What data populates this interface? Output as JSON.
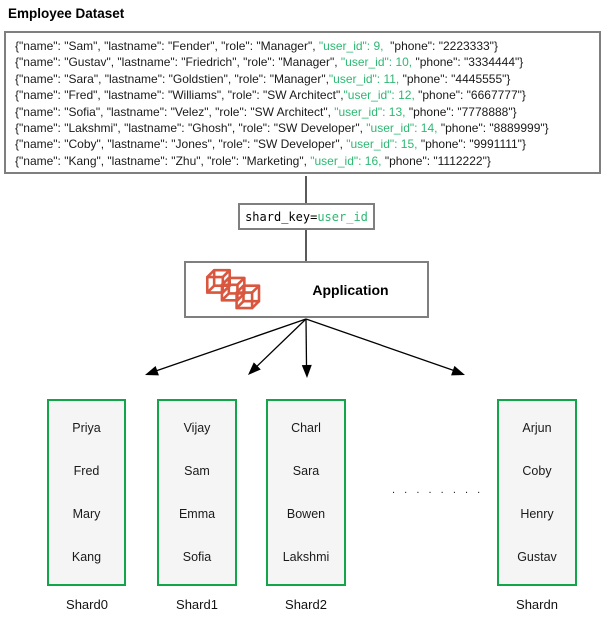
{
  "title": "Employee Dataset",
  "dataset": {
    "records": [
      {
        "before": "{\"name\": \"Sam\", \"lastname\": \"Fender\", \"role\": \"Manager\", ",
        "key": "\"user_id\": 9,",
        "after": "  \"phone\": \"2223333\"}"
      },
      {
        "before": "{\"name\": \"Gustav\", \"lastname\": \"Friedrich\", \"role\": \"Manager\", ",
        "key": "\"user_id\": 10,",
        "after": " \"phone\": \"3334444\"}"
      },
      {
        "before": "{\"name\": \"Sara\", \"lastname\": \"Goldstien\", \"role\": \"Manager\",",
        "key": "\"user_id\": 11,",
        "after": " \"phone\": \"4445555\"}"
      },
      {
        "before": "{\"name\": \"Fred\", \"lastname\": \"Williams\", \"role\": \"SW Architect\",",
        "key": "\"user_id\": 12,",
        "after": " \"phone\": \"6667777\"}"
      },
      {
        "before": "{\"name\": \"Sofia\", \"lastname\": \"Velez\", \"role\": \"SW Architect\", ",
        "key": "\"user_id\": 13,",
        "after": " \"phone\": \"7778888\"}"
      },
      {
        "before": "{\"name\": \"Lakshmi\", \"lastname\": \"Ghosh\", \"role\": \"SW Developer\", ",
        "key": "\"user_id\": 14,",
        "after": " \"phone\": \"8889999\"}"
      },
      {
        "before": "{\"name\": \"Coby\", \"lastname\": \"Jones\", \"role\": \"SW Developer\", ",
        "key": "\"user_id\": 15,",
        "after": " \"phone\": \"9991111\"}"
      },
      {
        "before": "{\"name\": \"Kang\", \"lastname\": \"Zhu\", \"role\": \"Marketing\", ",
        "key": "\"user_id\": 16,",
        "after": " \"phone\": \"1112222\"}"
      }
    ]
  },
  "shard_key": {
    "prefix": "shard_key=",
    "key": "user_id"
  },
  "application": {
    "label": "Application",
    "icon": "cubes-icon"
  },
  "shards": [
    {
      "label": "Shard0",
      "members": [
        "Priya",
        "Fred",
        "Mary",
        "Kang"
      ]
    },
    {
      "label": "Shard1",
      "members": [
        "Vijay",
        "Sam",
        "Emma",
        "Sofia"
      ]
    },
    {
      "label": "Shard2",
      "members": [
        "Charl",
        "Sara",
        "Bowen",
        "Lakshmi"
      ]
    },
    {
      "label": "Shardn",
      "members": [
        "Arjun",
        "Coby",
        "Henry",
        "Gustav"
      ]
    }
  ],
  "dots": ".  .  .  .  .  .  .  .",
  "colors": {
    "key_green": "#2eb872",
    "shard_border_green": "#12a54a",
    "box_border_gray": "#7f7f7f",
    "icon_red": "#d9563f",
    "shard_fill": "#f5f5f5"
  }
}
